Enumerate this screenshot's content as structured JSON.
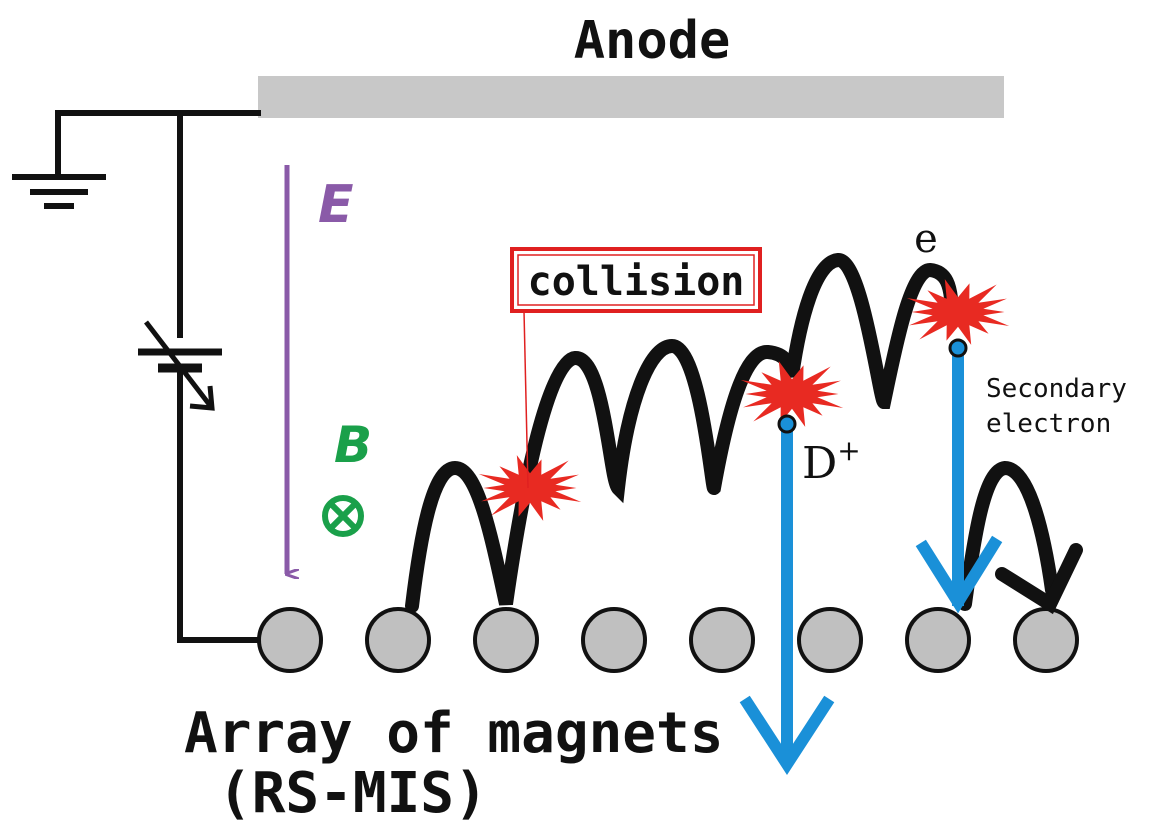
{
  "labels": {
    "anode": "Anode",
    "efield": "E",
    "bfield": "B",
    "bfield_symbol": "⊗",
    "collision": "collision",
    "electron": "e",
    "ion": "D",
    "ion_charge": "+",
    "secondary_line1": "Secondary",
    "secondary_line2": "electron",
    "magnets_line1": "Array of magnets",
    "magnets_line2": "(RS-MIS)"
  },
  "colors": {
    "anode": "#c8c8c8",
    "magnet_fill": "#c0c0c0",
    "wire": "#111111",
    "efield": "#8a5aa8",
    "bfield": "#1aa04a",
    "collision_box": "#e02020",
    "collision_burst": "#e82a22",
    "ion_arrow": "#1a90d8",
    "trajectory": "#111111"
  },
  "magnet_count": 8
}
